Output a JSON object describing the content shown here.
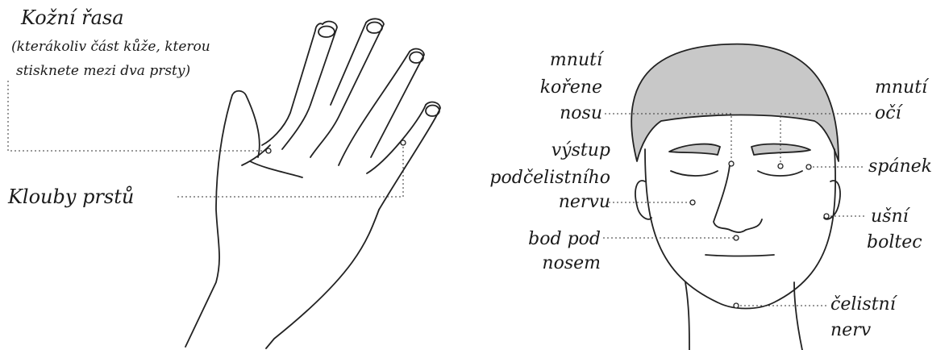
{
  "hand": {
    "title": "Kožní řasa",
    "subtitle_line1": "(kterákoliv část kůže, kterou",
    "subtitle_line2": "stisknete mezi dva prsty)",
    "knuckles": "Klouby prstů"
  },
  "face": {
    "nose_root": [
      "mnutí",
      "kořene",
      "nosu"
    ],
    "eyes": [
      "mnutí",
      "očí"
    ],
    "nerve": [
      "výstup",
      "podčelistního",
      "nervu"
    ],
    "temple": "spánek",
    "earlobe": [
      "ušní",
      "boltec"
    ],
    "under_nose": [
      "bod pod",
      "nosem"
    ],
    "jaw": [
      "čelistní",
      "nerv"
    ]
  },
  "colors": {
    "hair": "#c8c8c8",
    "line": "#222222",
    "background": "#ffffff"
  }
}
